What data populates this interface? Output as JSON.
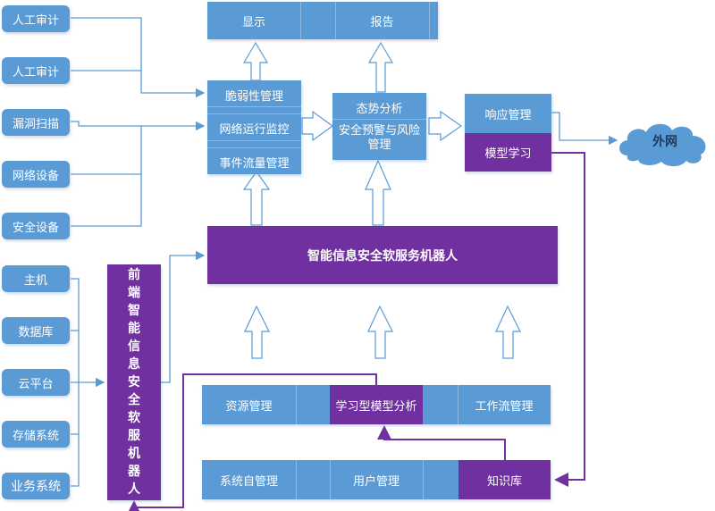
{
  "sources_top": [
    {
      "label": "人工审计"
    },
    {
      "label": "人工审计"
    },
    {
      "label": "漏洞扫描"
    },
    {
      "label": "网络设备"
    },
    {
      "label": "安全设备"
    }
  ],
  "sources_bottom": [
    {
      "label": "主机"
    },
    {
      "label": "数据库"
    },
    {
      "label": "云平台"
    },
    {
      "label": "存储系统"
    },
    {
      "label": "业务系统"
    }
  ],
  "front_robot": {
    "label": "前端智能信息安全软服机器人"
  },
  "output_bar": {
    "items": [
      "显示",
      "报告"
    ]
  },
  "monitor_stack": {
    "items": [
      "脆弱性管理",
      "网络运行监控",
      "事件流量管理"
    ]
  },
  "analysis_stack": {
    "items": [
      "态势分析",
      "安全预警与风险管理"
    ]
  },
  "response_stack": {
    "items": [
      "响应管理",
      "模型学习"
    ]
  },
  "cloud": {
    "label": "外网"
  },
  "main_robot": {
    "label": "智能信息安全软服务机器人"
  },
  "service_row1": {
    "items": [
      "资源管理",
      "学习型模型分析",
      "工作流管理"
    ]
  },
  "service_row2": {
    "items": [
      "系统自管理",
      "用户管理",
      "知识库"
    ]
  },
  "colors": {
    "blue": "#5b9bd5",
    "purple": "#7030a0",
    "connector_blue": "#5b9bd5"
  }
}
